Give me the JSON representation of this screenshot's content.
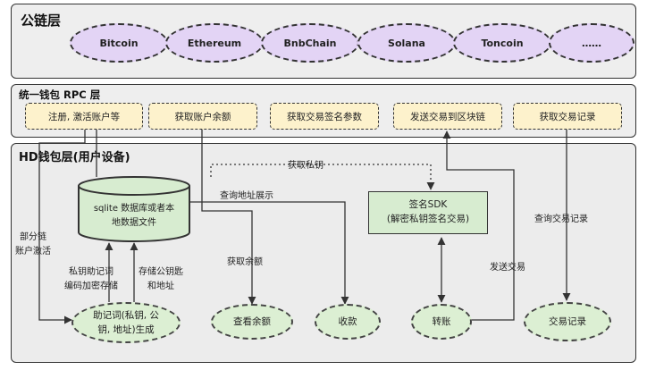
{
  "layers": {
    "public": {
      "title": "公链层"
    },
    "rpc": {
      "title": "统一钱包 RPC 层"
    },
    "hd": {
      "title": "HD钱包层(用户设备)"
    }
  },
  "chains": [
    "Bitcoin",
    "Ethereum",
    "BnbChain",
    "Solana",
    "Toncoin",
    "……"
  ],
  "rpc_items": [
    "注册, 激活账户等",
    "获取账户余额",
    "获取交易签名参数",
    "发送交易到区块链",
    "获取交易记录"
  ],
  "db": {
    "line1": "sqlite 数据库或者本",
    "line2": "地数据文件"
  },
  "sdk": {
    "line1": "签名SDK",
    "line2": "(解密私钥签名交易)"
  },
  "operations": {
    "mnemonic": {
      "line1": "助记词(私钥, 公",
      "line2": "钥, 地址)生成"
    },
    "balance": "查看余额",
    "receive": "收款",
    "transfer": "转账",
    "records": "交易记录"
  },
  "edge_labels": {
    "partial_activation": [
      "部分链",
      "账户激活"
    ],
    "encrypt_store": [
      "私钥助记词",
      "编码加密存储"
    ],
    "store_pubkey": [
      "存储公钥匙",
      "和地址"
    ],
    "get_privkey": "获取私钥",
    "query_address": "查询地址展示",
    "get_balance": "获取余额",
    "query_records": "查询交易记录",
    "send_tx": "发送交易"
  },
  "colors": {
    "layer_bg": "#eeeeee",
    "chain_fill": "#e3d4f5",
    "rpc_fill": "#fdf2cc",
    "op_fill": "#dcefd3",
    "line": "#333333"
  }
}
